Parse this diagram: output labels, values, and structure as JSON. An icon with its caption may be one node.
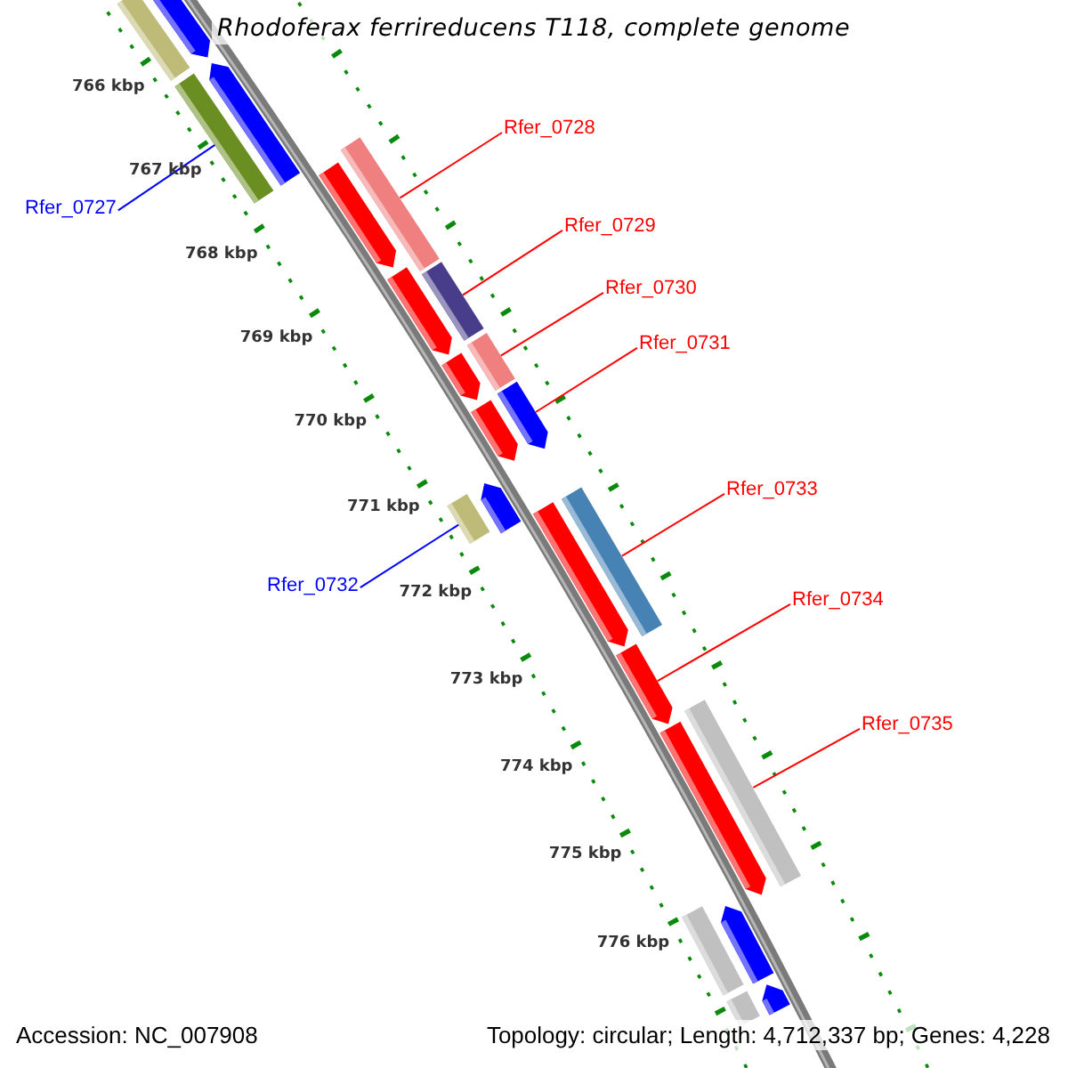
{
  "diagram": {
    "title": "Rhodoferax ferrireducens T118, complete genome",
    "nodes": [
      {
        "text": [
          "Rfer_0728"
        ]
      },
      {
        "text": [
          "Rfer_0727"
        ]
      },
      {
        "text": [
          "Rfer_0729"
        ]
      },
      {
        "text": [
          "Rfer_0730"
        ]
      },
      {
        "text": [
          "Rfer_0731"
        ]
      },
      {
        "text": [
          "Rfer_0733"
        ]
      },
      {
        "text": [
          "Rfer_0732"
        ]
      },
      {
        "text": [
          "Rfer_0734"
        ]
      },
      {
        "text": [
          "Rfer_0735"
        ]
      },
      {
        "text": [],
        "shape": "bar"
      },
      {
        "text": [],
        "shape": "arrow"
      },
      {
        "text": [],
        "shape": "bar"
      },
      {
        "text": [],
        "shape": "arrow"
      },
      {
        "text": [],
        "shape": "bar"
      },
      {
        "text": [],
        "shape": "arrow"
      },
      {
        "text": [],
        "shape": "arrow"
      },
      {
        "text": [],
        "shape": "bar"
      },
      {
        "text": [],
        "shape": "bar"
      },
      {
        "text": [],
        "shape": "arrow"
      },
      {
        "text": [],
        "shape": "arrow"
      },
      {
        "text": [],
        "shape": "arrow"
      },
      {
        "text": [],
        "shape": "bar"
      },
      {
        "text": [],
        "shape": "arrow"
      },
      {
        "text": [],
        "shape": "arrow"
      },
      {
        "text": [],
        "shape": "bar"
      },
      {
        "text": [],
        "shape": "arrow"
      },
      {
        "text": [],
        "shape": "bar"
      },
      {
        "text": [],
        "shape": "arrow"
      },
      {
        "text": [],
        "shape": "bar"
      },
      {
        "text": [],
        "shape": "arrow"
      },
      {
        "text": [],
        "shape": "bar"
      },
      {
        "text": [],
        "shape": "arrow"
      }
    ],
    "edges": [
      {
        "from": 0,
        "to": 13,
        "arrow": "none"
      },
      {
        "from": 1,
        "to": 11,
        "arrow": "none",
        "color": "#0000ff"
      },
      {
        "from": 2,
        "to": 16,
        "arrow": "none"
      },
      {
        "from": 3,
        "to": 17,
        "arrow": "none"
      },
      {
        "from": 4,
        "to": 20,
        "arrow": "none"
      },
      {
        "from": 5,
        "to": 24,
        "arrow": "none"
      },
      {
        "from": 6,
        "to": 21,
        "arrow": "none",
        "color": "#0000ff"
      },
      {
        "from": 7,
        "to": 25,
        "arrow": "none"
      },
      {
        "from": 8,
        "to": 26,
        "arrow": "none"
      }
    ],
    "labels": [
      "766 kbp",
      "767 kbp",
      "768 kbp",
      "769 kbp",
      "770 kbp",
      "771 kbp",
      "772 kbp",
      "773 kbp",
      "774 kbp",
      "775 kbp",
      "776 kbp",
      "Accession: NC_007908",
      "Topology: circular; Length: 4,712,337 bp; Genes: 4,228"
    ]
  }
}
